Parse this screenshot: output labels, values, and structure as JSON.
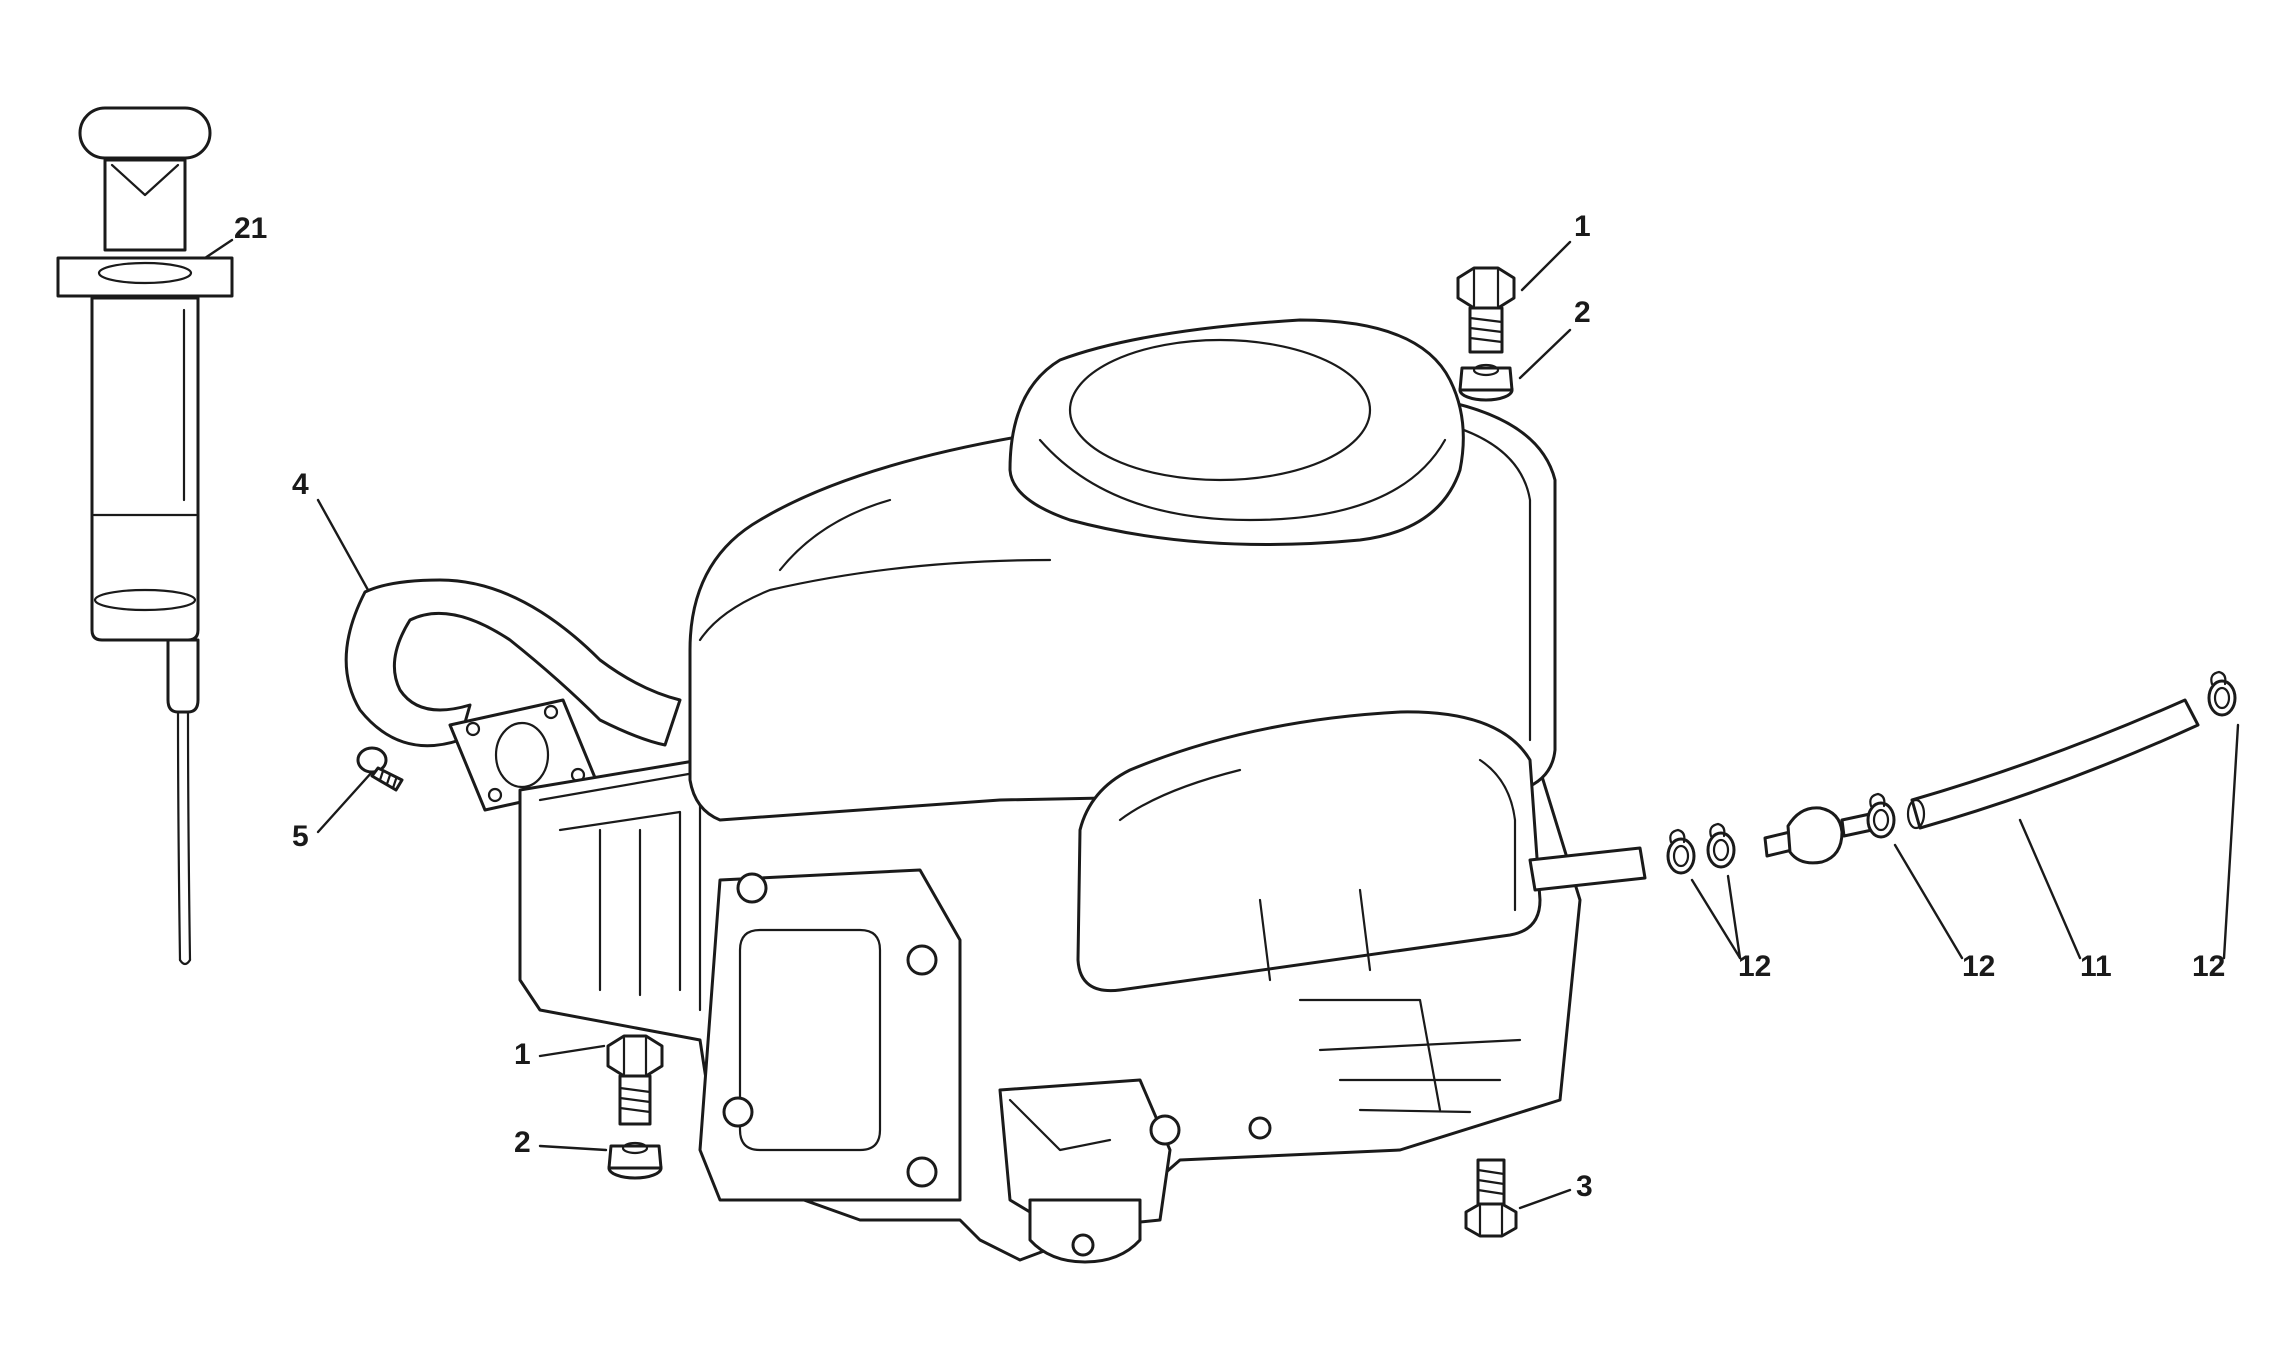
{
  "diagram": {
    "line_color": "#1a1a1a",
    "background": "#ffffff",
    "callouts": [
      {
        "id": "c-21",
        "text": "21"
      },
      {
        "id": "c-1-top",
        "text": "1"
      },
      {
        "id": "c-2-top",
        "text": "2"
      },
      {
        "id": "c-4",
        "text": "4"
      },
      {
        "id": "c-5",
        "text": "5"
      },
      {
        "id": "c-12-a",
        "text": "12"
      },
      {
        "id": "c-12-b",
        "text": "12"
      },
      {
        "id": "c-11",
        "text": "11"
      },
      {
        "id": "c-12-c",
        "text": "12"
      },
      {
        "id": "c-1-bottom",
        "text": "1"
      },
      {
        "id": "c-2-bottom",
        "text": "2"
      },
      {
        "id": "c-3",
        "text": "3"
      }
    ]
  }
}
